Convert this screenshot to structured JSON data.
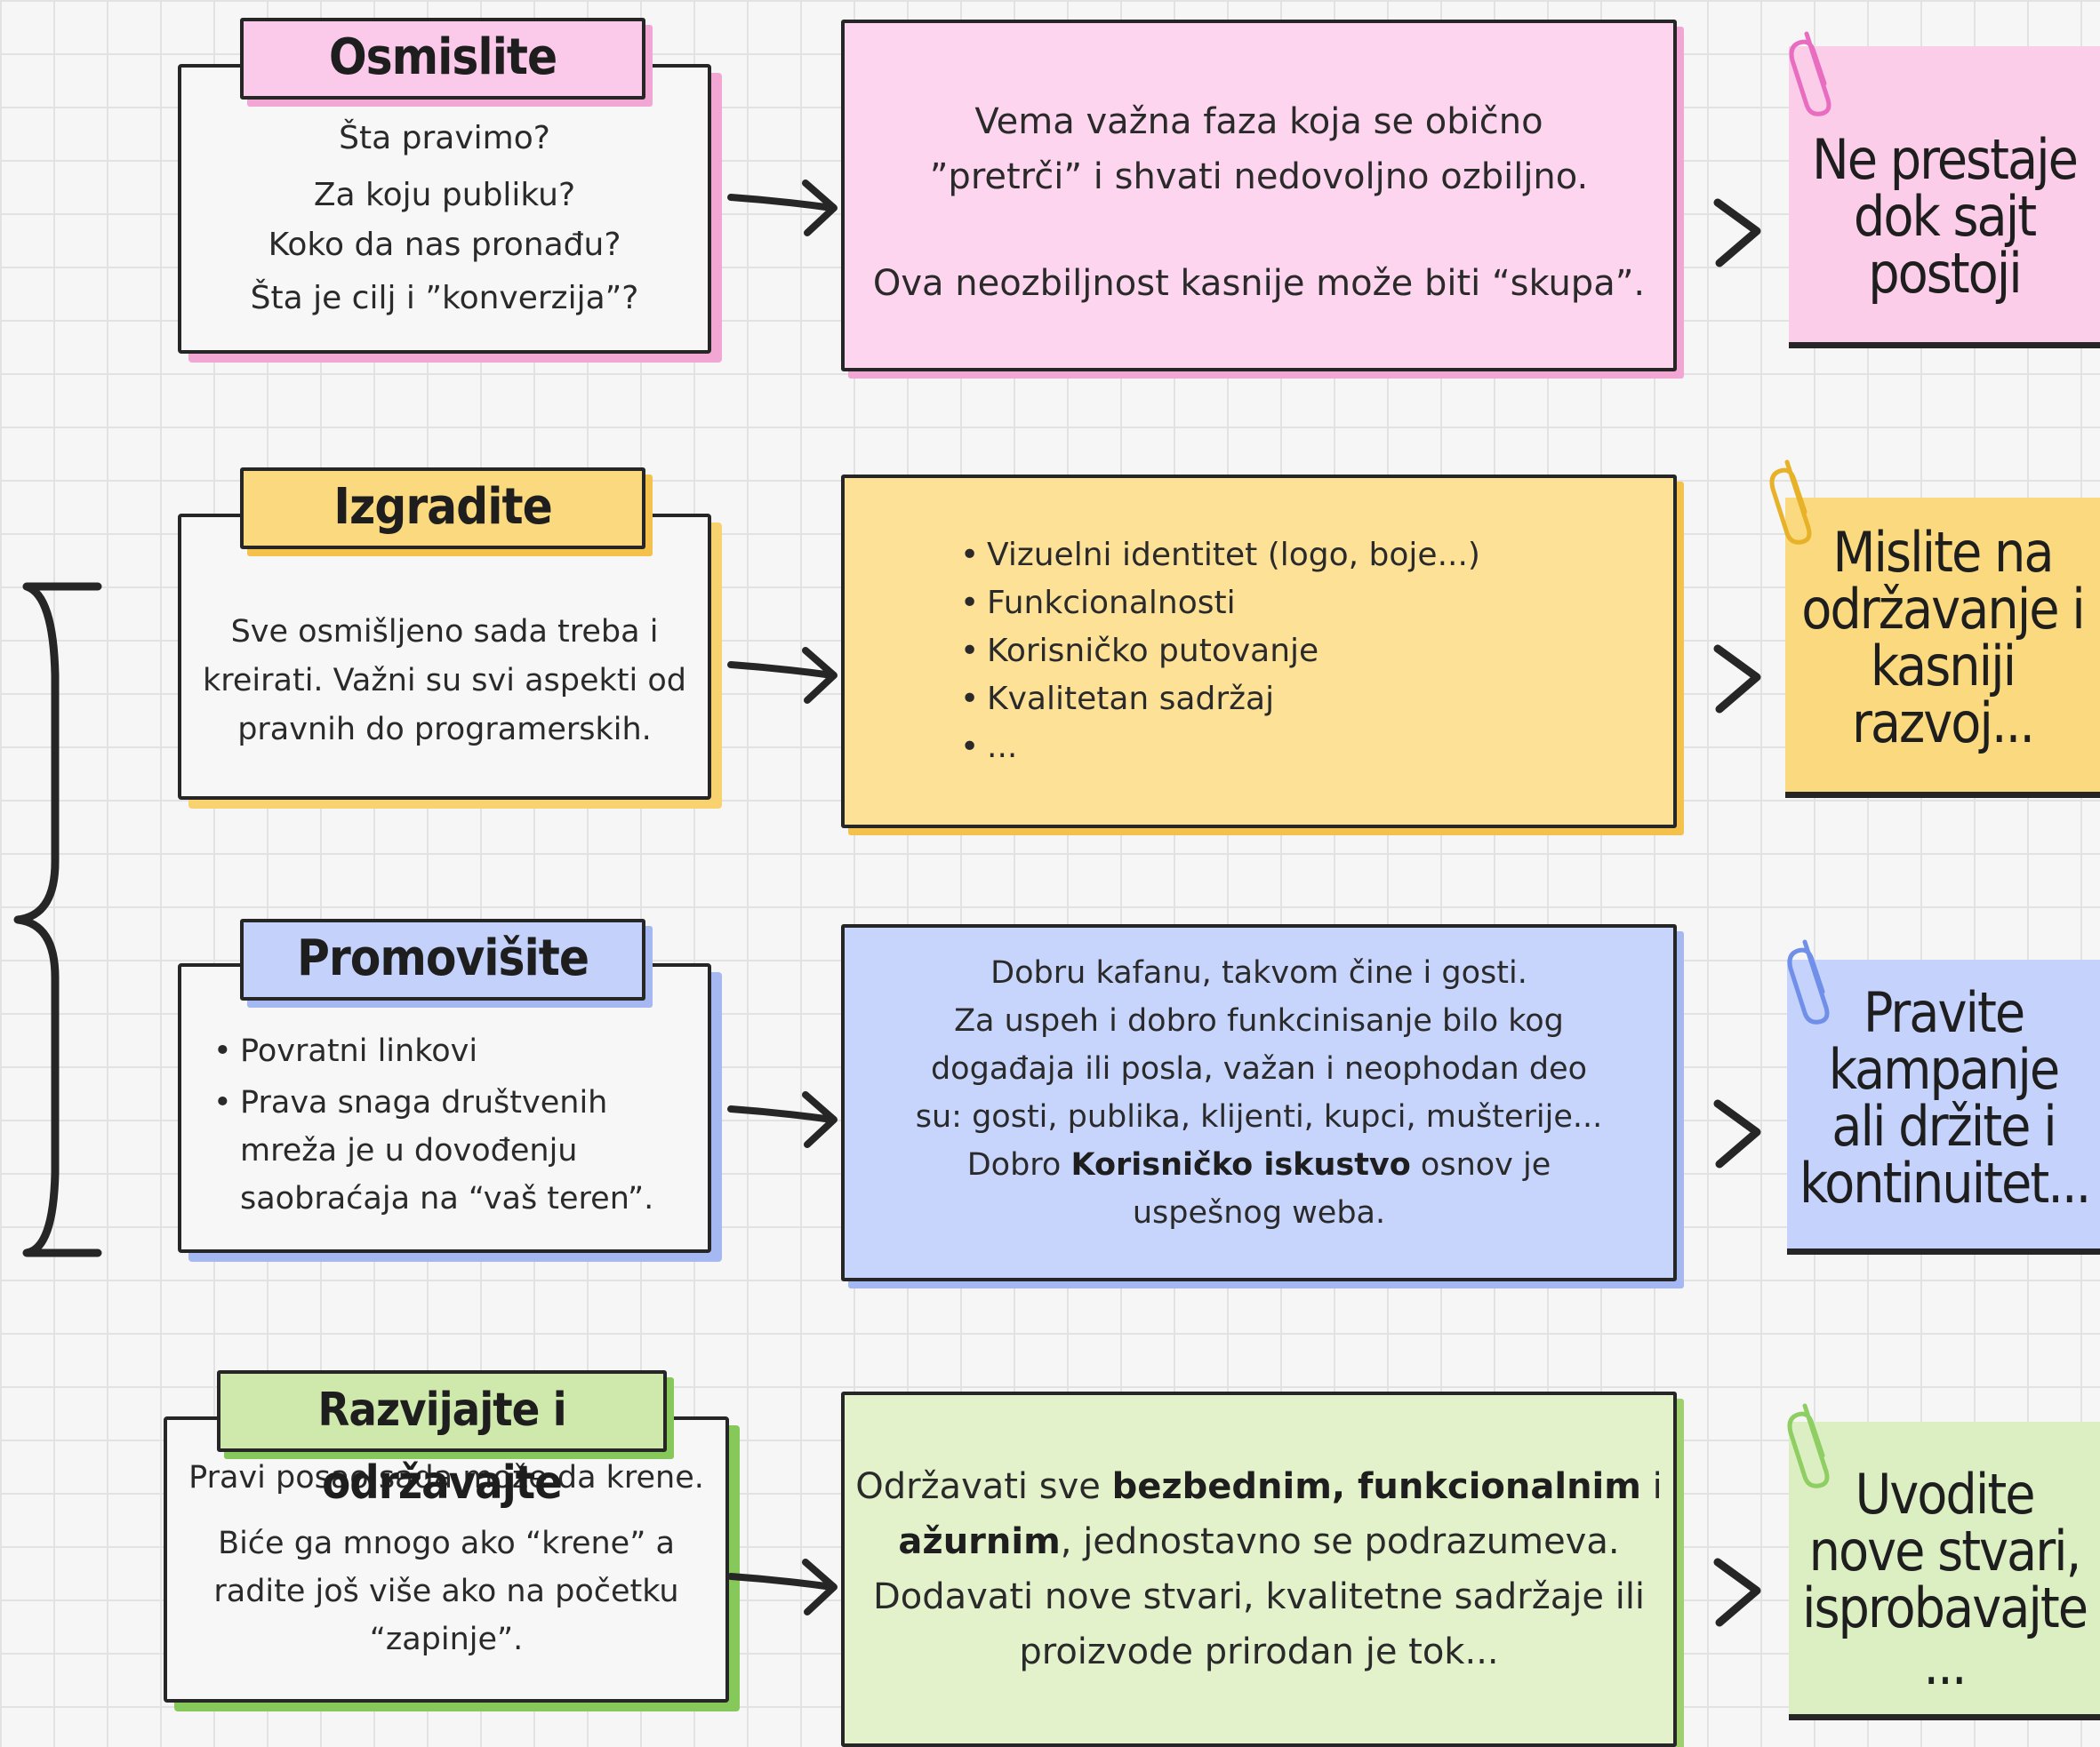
{
  "colors": {
    "pink": "#fbcde9",
    "yellow": "#fbd97e",
    "blue": "#c5d2fb",
    "green": "#dcefc3",
    "ink": "#262626"
  },
  "icons": [
    "bracket-icon",
    "arrow-right-icon",
    "chevron-right-icon",
    "paperclip-icon"
  ],
  "rows": [
    {
      "tab": "Osmislite",
      "card_lines": [
        "Šta pravimo?",
        "Za koju publiku?",
        "Koko da nas pronađu?",
        "Šta je cilj i ”konverzija”?"
      ],
      "mid_lines": [
        "Vema važna faza koja se obično",
        "”pretrči” i shvati nedovoljno ozbiljno.",
        "Ova neozbiljnost kasnije može biti “skupa”."
      ],
      "note": "Ne prestaje dok sajt postoji"
    },
    {
      "tab": "Izgradite",
      "card_lines": [
        "Sve osmišljeno sada treba i",
        "kreirati. Važni su svi aspekti od",
        "pravnih do programerskih."
      ],
      "mid_bullets": [
        "Vizuelni identitet (logo, boje...)",
        "Funkcionalnosti",
        "Korisničko putovanje",
        "Kvalitetan sadržaj",
        "..."
      ],
      "note": "Mislite na održavanje i kasniji razvoj..."
    },
    {
      "tab": "Promovišite",
      "card_bullets": [
        "Povratni linkovi",
        "Prava snaga društvenih mreža je u dovođenju saobraćaja na “vaš teren”."
      ],
      "mid_lines": [
        "Dobru kafanu, takvom čine i gosti.",
        "Za uspeh i dobro funkcinisanje bilo kog",
        "događaja ili posla, važan i neophodan deo",
        "su: gosti, publika, klijenti, kupci, mušterije..."
      ],
      "mid_last_pre": "Dobro ",
      "mid_last_bold": "Korisničko iskustvo",
      "mid_last_post": " osnov je",
      "mid_last_line": "uspešnog weba.",
      "note": "Pravite kampanje ali držite i kontinuitet..."
    },
    {
      "tab": "Razvijajte i održavajte",
      "card_lines": [
        "Pravi posao sada može da krene.",
        "Biće ga mnogo ako “krene” a",
        "radite još više ako na početku",
        "“zapinje”."
      ],
      "mid_l1_pre": "Održavati sve ",
      "mid_l1_bold1": "bezbednim",
      "mid_l1_sep": ", ",
      "mid_l1_bold2": "funkcionalnim",
      "mid_l1_post": " i",
      "mid_l2_bold": "ažurnim",
      "mid_l2_post": ", jednostavno se podrazumeva.",
      "mid_l3": "Dodavati nove stvari, kvalitetne sadržaje ili",
      "mid_l4": "proizvode prirodan je tok...",
      "note": "Uvodite nove stvari, isprobavajte ..."
    }
  ]
}
